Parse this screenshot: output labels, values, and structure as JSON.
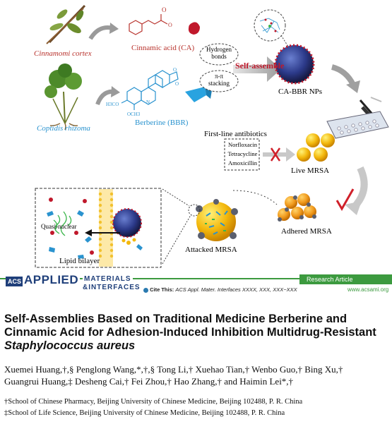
{
  "graphic": {
    "plant1_name": "Cinnamomi cortex",
    "plant2_name": "Coptidis rhizoma",
    "ca_label": "Cinnamic acid (CA)",
    "bbr_label": "Berberine (BBR)",
    "hbond_label1": "Hydrogen",
    "hbond_label2": "bonds",
    "pipi_label1": "π-π",
    "pipi_label2": "stacking",
    "self_assemble": "Self-assemble",
    "nps_label": "CA-BBR NPs",
    "antibiotics_title": "First-line antibiotics",
    "antibiotics": [
      "Norfloxacin",
      "Tetracycline",
      "Amoxicillin"
    ],
    "live_mrsa": "Live MRSA",
    "adhered_mrsa": "Adhered MRSA",
    "attacked_mrsa": "Attacked MRSA",
    "quasi_nuclear": "Quasi-nuclear",
    "lipid_bilayer": "Lipid bilayer",
    "methoxy1": "H3CO",
    "methoxy2": "OCH3"
  },
  "journal": {
    "acs": "ACS",
    "name_top": "APPLIED",
    "name_right": "MATERIALS",
    "name_bottom": "&INTERFACES",
    "cite_prefix": "Cite This:",
    "cite_text": "ACS Appl. Mater. Interfaces XXXX, XXX, XXX−XXX",
    "article_type": "Research Article",
    "website": "www.acsami.org"
  },
  "article": {
    "title_line1": "Self-Assemblies Based on Traditional Medicine Berberine and",
    "title_line2": "Cinnamic Acid for Adhesion-Induced Inhibition Multidrug-Resistant",
    "title_line3": "Staphylococcus aureus",
    "authors_line1": "Xuemei Huang,†,§ Penglong Wang,*,†,§ Tong Li,† Xuehao Tian,† Wenbo Guo,† Bing Xu,†",
    "authors_line2": "Guangrui Huang,‡ Desheng Cai,† Fei Zhou,† Hao Zhang,† and Haimin Lei*,†",
    "affiliation1": "†School of Chinese Pharmacy, Beijing University of Chinese Medicine, Beijing 102488, P. R. China",
    "affiliation2": "‡School of Life Science, Beijing University of Chinese Medicine, Beijing 102488, P. R. China"
  },
  "colors": {
    "red": "#b8322c",
    "blue": "#2a93cf",
    "navy": "#1f3f7a",
    "green_bar": "#3c9a3f"
  }
}
